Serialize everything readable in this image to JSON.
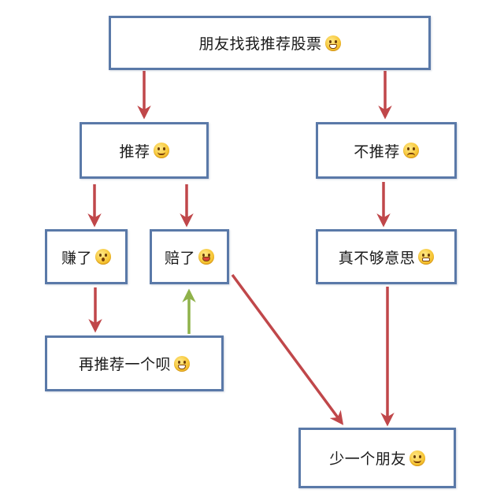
{
  "diagram": {
    "type": "flowchart",
    "colors": {
      "box_border": "#5a79a8",
      "arrow_red": "#c0474a",
      "arrow_green": "#8fb24a",
      "text": "#1a1a1a"
    },
    "nodes": [
      {
        "id": "start",
        "label": "朋友找我推荐股票",
        "emoji": "laughing-face-icon"
      },
      {
        "id": "recommend",
        "label": "推荐",
        "emoji": "smiling-face-icon"
      },
      {
        "id": "not_recommend",
        "label": "不推荐",
        "emoji": "sad-face-icon"
      },
      {
        "id": "earned",
        "label": "赚了",
        "emoji": "kissing-face-icon"
      },
      {
        "id": "lost",
        "label": "赔了",
        "emoji": "tongue-face-icon"
      },
      {
        "id": "so_mean",
        "label": "真不够意思",
        "emoji": "angry-face-icon"
      },
      {
        "id": "recommend_again",
        "label": "再推荐一个呗",
        "emoji": "grinning-face-icon"
      },
      {
        "id": "lose_friend",
        "label": "少一个朋友",
        "emoji": "thinking-face-icon"
      }
    ],
    "edges": [
      {
        "from": "start",
        "to": "recommend",
        "color": "red"
      },
      {
        "from": "start",
        "to": "not_recommend",
        "color": "red"
      },
      {
        "from": "recommend",
        "to": "earned",
        "color": "red"
      },
      {
        "from": "recommend",
        "to": "lost",
        "color": "red"
      },
      {
        "from": "not_recommend",
        "to": "so_mean",
        "color": "red"
      },
      {
        "from": "earned",
        "to": "recommend_again",
        "color": "red"
      },
      {
        "from": "recommend_again",
        "to": "lost",
        "color": "green"
      },
      {
        "from": "lost",
        "to": "lose_friend",
        "color": "red"
      },
      {
        "from": "so_mean",
        "to": "lose_friend",
        "color": "red"
      }
    ]
  }
}
